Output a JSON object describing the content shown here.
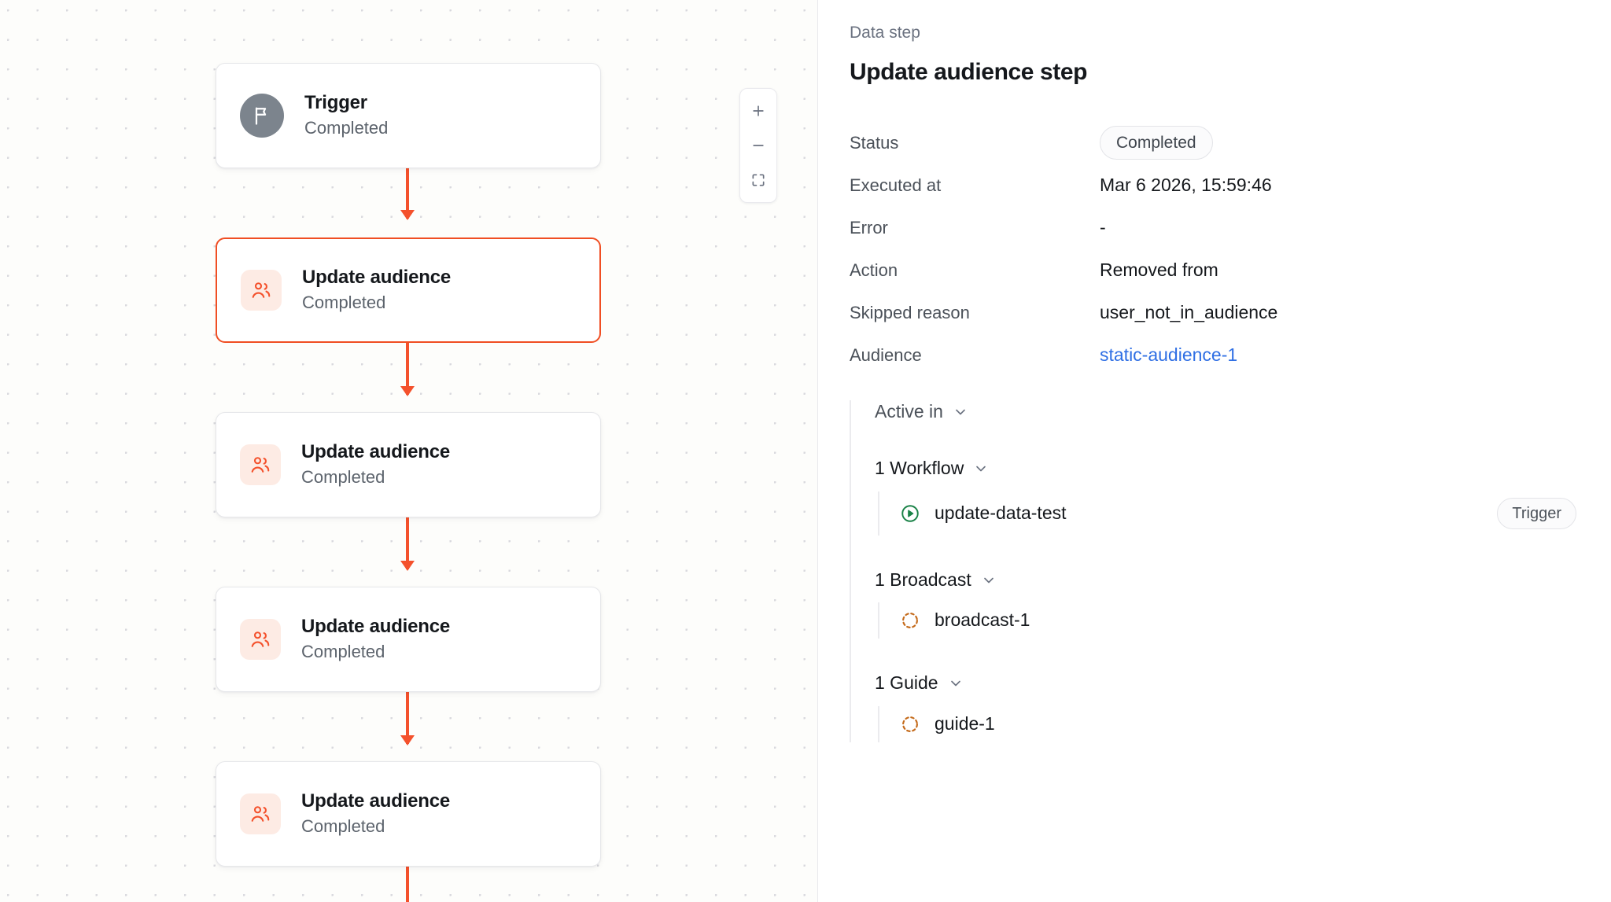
{
  "canvas": {
    "zoom_controls": {
      "zoom_in_label": "+",
      "zoom_out_label": "−",
      "fit_label": "fit-to-screen"
    },
    "nodes": [
      {
        "title": "Trigger",
        "status": "Completed",
        "icon": "flag-icon",
        "selected": false
      },
      {
        "title": "Update audience",
        "status": "Completed",
        "icon": "audience-icon",
        "selected": true
      },
      {
        "title": "Update audience",
        "status": "Completed",
        "icon": "audience-icon",
        "selected": false
      },
      {
        "title": "Update audience",
        "status": "Completed",
        "icon": "audience-icon",
        "selected": false
      },
      {
        "title": "Update audience",
        "status": "Completed",
        "icon": "audience-icon",
        "selected": false
      }
    ]
  },
  "panel": {
    "eyebrow": "Data step",
    "title": "Update audience step",
    "properties": [
      {
        "label": "Status",
        "value": "Completed",
        "kind": "badge"
      },
      {
        "label": "Executed at",
        "value": "Mar 6 2026, 15:59:46",
        "kind": "text"
      },
      {
        "label": "Error",
        "value": "-",
        "kind": "text"
      },
      {
        "label": "Action",
        "value": "Removed from",
        "kind": "text"
      },
      {
        "label": "Skipped reason",
        "value": "user_not_in_audience",
        "kind": "text"
      },
      {
        "label": "Audience",
        "value": "static-audience-1",
        "kind": "link"
      }
    ],
    "active_in": {
      "title": "Active in",
      "groups": [
        {
          "title": "1 Workflow",
          "items": [
            {
              "label": "update-data-test",
              "icon": "play-circle-icon",
              "badge": "Trigger"
            }
          ]
        },
        {
          "title": "1 Broadcast",
          "items": [
            {
              "label": "broadcast-1",
              "icon": "dashed-circle-icon",
              "badge": ""
            }
          ]
        },
        {
          "title": "1 Guide",
          "items": [
            {
              "label": "guide-1",
              "icon": "dashed-circle-icon",
              "badge": ""
            }
          ]
        }
      ]
    }
  },
  "colors": {
    "accent_orange": "#f04e23",
    "connector_orange": "#f4512c",
    "link_blue": "#2f6fe4",
    "workflow_green": "#1a8247",
    "dashed_icon_orange": "#c46a1a",
    "trigger_gray": "#7c848d",
    "canvas_bg": "#fdfdfb"
  }
}
